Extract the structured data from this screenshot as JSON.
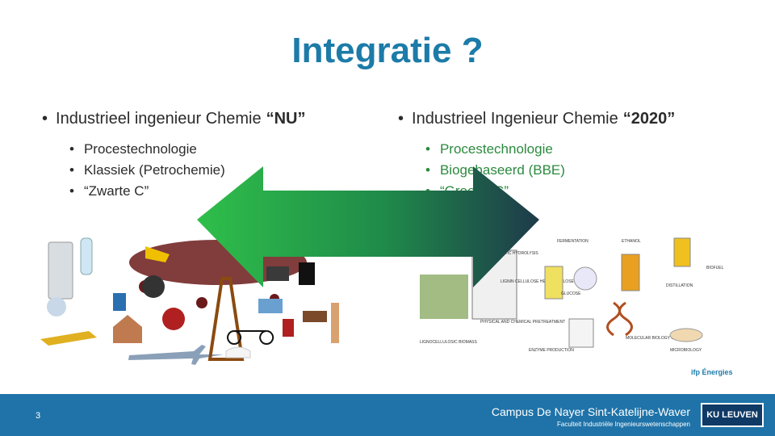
{
  "slide": {
    "title": "Integratie ?",
    "left": {
      "heading_prefix": "Industrieel ingenieur Chemie",
      "heading_tag": "“NU”",
      "items": [
        "Procestechnologie",
        "Klassiek (Petrochemie)",
        "“Zwarte C”"
      ]
    },
    "right": {
      "heading_prefix": "Industrieel Ingenieur Chemie",
      "heading_tag": "“2020”",
      "items": [
        "Procestechnologie",
        "Biogebaseerd (BBE)",
        "“Groene C”"
      ]
    },
    "biorefinery_labels": {
      "fermentation": "FERMENTATION",
      "ethanol": "ETHANOL",
      "biofuel": "BIOFUEL",
      "enzymatic_hydrolysis": "ENZYMATIC HYDROLYSIS",
      "lignin": "LIGNIN CELLULOSE HEMICELLULOSE",
      "glucose": "GLUCOSE",
      "distillation": "DISTILLATION",
      "pretreatment": "PHYSICAL AND CHEMICAL PRETREATMENT",
      "biomass": "LIGNOCELLULOSIC BIOMASS",
      "enzyme": "ENZYME PRODUCTION",
      "molecular": "MOLECULAR BIOLOGY GENETIC",
      "microbiology": "MICROBIOLOGY"
    },
    "ifp_logo": "ifp Énergies"
  },
  "footer": {
    "page_number": "3",
    "campus": "Campus De Nayer Sint-Katelijne-Waver",
    "faculty": "Faculteit Industriële Ingenieurswetenschappen",
    "logo": "KU LEUVEN"
  },
  "colors": {
    "title": "#1c7ba8",
    "footer": "#1f73a8",
    "arrow_left": "#2fbf4a",
    "arrow_right": "#1e3a4a",
    "green_text": "#2b8a3e"
  }
}
